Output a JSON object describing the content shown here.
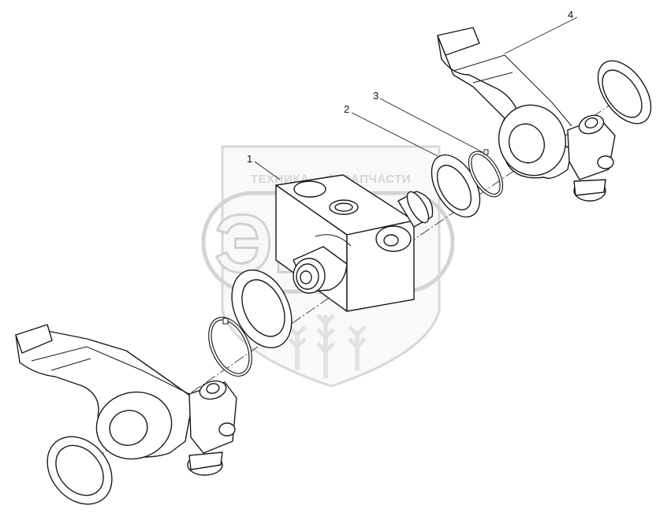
{
  "watermark": {
    "top_left": "ТЕХНИКА",
    "top_right": "ЗАПЧАСТИ",
    "logo": "ЭПФ"
  },
  "callouts": [
    {
      "label": "1"
    },
    {
      "label": "2"
    },
    {
      "label": "3"
    },
    {
      "label": "4"
    }
  ],
  "colors": {
    "line": "#1a1a1a",
    "watermark": "#cfcfcf",
    "background": "#ffffff"
  }
}
